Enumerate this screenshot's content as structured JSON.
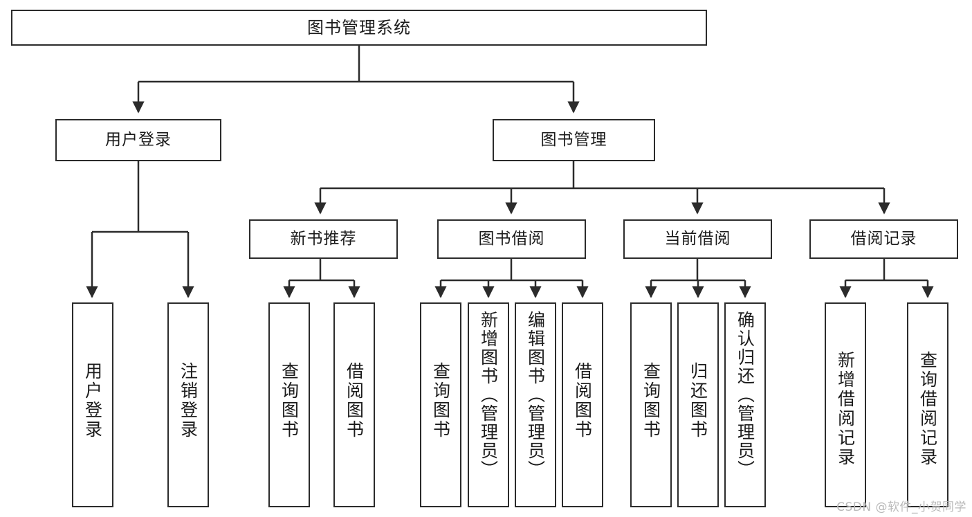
{
  "diagram": {
    "title": "图书管理系统",
    "type": "tree-hierarchy-chart",
    "root": {
      "id": "root",
      "label": "图书管理系统"
    },
    "level1": [
      {
        "id": "user-login",
        "label": "用户登录"
      },
      {
        "id": "book-manage",
        "label": "图书管理"
      }
    ],
    "level2": [
      {
        "id": "new-book-rec",
        "label": "新书推荐"
      },
      {
        "id": "book-borrow",
        "label": "图书借阅"
      },
      {
        "id": "current-borrow",
        "label": "当前借阅"
      },
      {
        "id": "borrow-record",
        "label": "借阅记录"
      }
    ],
    "leaves": {
      "user_login": [
        {
          "id": "leaf-user-login",
          "label": "用户登录"
        },
        {
          "id": "leaf-logout-login",
          "label": "注销登录"
        }
      ],
      "new_book_rec": [
        {
          "id": "leaf-query-book-1",
          "label": "查询图书"
        },
        {
          "id": "leaf-borrow-book-1",
          "label": "借阅图书"
        }
      ],
      "book_borrow": [
        {
          "id": "leaf-query-book-2",
          "label": "查询图书"
        },
        {
          "id": "leaf-add-book",
          "label": "新增图书（管理员）"
        },
        {
          "id": "leaf-edit-book",
          "label": "编辑图书（管理员）"
        },
        {
          "id": "leaf-borrow-book-2",
          "label": "借阅图书"
        }
      ],
      "current_borrow": [
        {
          "id": "leaf-query-book-3",
          "label": "查询图书"
        },
        {
          "id": "leaf-return-book",
          "label": "归还图书"
        },
        {
          "id": "leaf-confirm-return",
          "label": "确认归还（管理员）"
        }
      ],
      "borrow_record": [
        {
          "id": "leaf-add-record",
          "label": "新增借阅记录"
        },
        {
          "id": "leaf-query-record",
          "label": "查询借阅记录"
        }
      ]
    }
  },
  "watermark": {
    "text": "CSDN @软件_小贺同学"
  },
  "colors": {
    "stroke": "#2b2b2b",
    "background": "#ffffff",
    "text": "#1b1b1b",
    "watermark": "#b9b9b9"
  }
}
